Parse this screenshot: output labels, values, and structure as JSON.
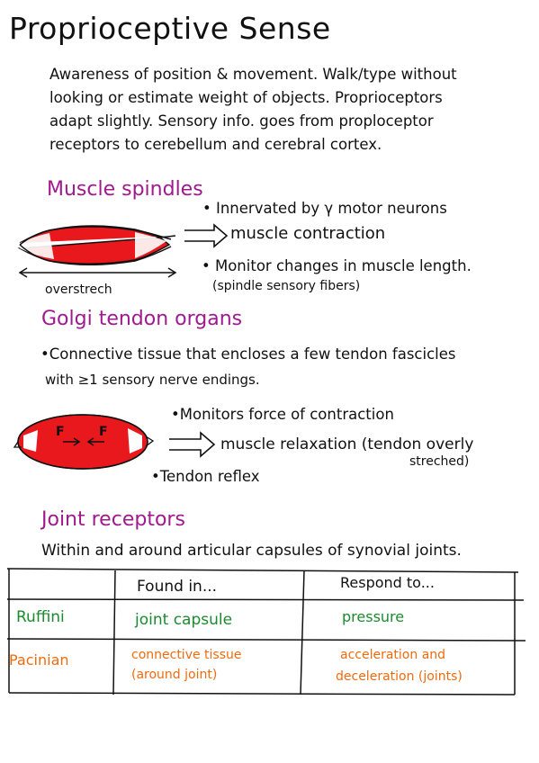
{
  "title": "Proprioceptive Sense",
  "intro": [
    "Awareness of position & movement. Walk/type without",
    "looking or estimate weight of objects. Proprioceptors",
    "adapt slightly. Sensory info. goes from proploceptor",
    "receptors to cerebellum and cerebral cortex."
  ],
  "muscle_spindles": {
    "heading": "Muscle spindles",
    "bullet1": "• Innervated by γ motor neurons",
    "result": "muscle contraction",
    "bullet2": "• Monitor changes in muscle length.",
    "bullet2_sub": "(spindle sensory fibers)",
    "arrow_label": "overstrech"
  },
  "golgi": {
    "heading": "Golgi tendon organs",
    "line1": "•Connective tissue that encloses a few tendon fascicles",
    "line2": "with ≥1 sensory nerve endings.",
    "force_label": "F",
    "bullet1": "•Monitors force of contraction",
    "result": "muscle relaxation (tendon overly",
    "result_sub": "streched)",
    "bullet2": "•Tendon reflex"
  },
  "joint": {
    "heading": "Joint receptors",
    "desc": "Within and around articular capsules of synovial joints.",
    "table": {
      "headers": [
        "",
        "Found in...",
        "Respond to..."
      ],
      "rows": [
        {
          "name": "Ruffini",
          "found": "joint capsule",
          "found2": "",
          "respond": "pressure",
          "respond2": ""
        },
        {
          "name": "Pacinian",
          "found": "connective tissue",
          "found2": "(around joint)",
          "respond": "acceleration and",
          "respond2": "deceleration (joints)"
        }
      ]
    }
  },
  "colors": {
    "heading": "#a0198f",
    "muscle_red": "#e8181d",
    "ruffini_green": "#1b8a2f",
    "pacinian_orange": "#ee6b10"
  }
}
